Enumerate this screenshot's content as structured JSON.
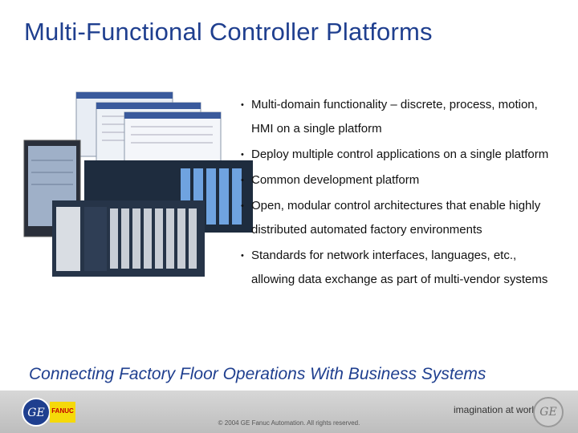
{
  "title": "Multi-Functional Controller Platforms",
  "bullets": [
    "Multi-domain functionality – discrete, process, motion, HMI on a single platform",
    "Deploy multiple control applications on a single platform",
    "Common development platform",
    "Open, modular control architectures that enable highly distributed automated factory environments",
    "Standards for network interfaces, languages, etc., allowing data exchange as part of multi-vendor systems"
  ],
  "bullet_symbol": "•",
  "tagline": "Connecting Factory Floor Operations With Business Systems",
  "footer": {
    "ge_logo_text": "GE",
    "fanuc_logo_text": "FANUC",
    "copyright": "© 2004 GE Fanuc Automation. All rights reserved.",
    "slogan": "imagination at work",
    "ge_logo_right_text": "GE"
  },
  "colors": {
    "title": "#1f3f8f",
    "tagline": "#1f3f8f",
    "fanuc_yellow": "#f5d90a",
    "fanuc_red": "#c20000"
  }
}
